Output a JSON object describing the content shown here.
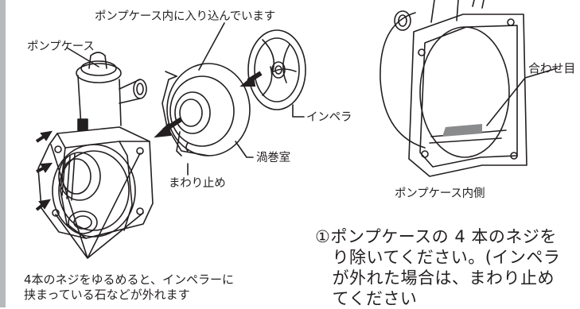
{
  "left_figure": {
    "label_pump_case_inner_fit": "ポンプケース内に入り込んでいます",
    "label_pump_case": "ポンプケース",
    "label_impeller": "インペラ",
    "label_volute_chamber": "渦巻室",
    "label_rotation_stopper": "まわり止め",
    "caption_lines": [
      "4本のネジをゆるめると、インペラーに",
      "挟まっている石などが外れます"
    ]
  },
  "right_figure": {
    "label_alignment_mark": "合わせ目",
    "caption": "ポンプケース内側"
  },
  "instruction": {
    "lines": [
      "①ポンプケースの 4 本のネジを",
      "　り除いてください。(インペラ",
      "　が外れた場合は、まわり止め",
      "　てください"
    ]
  }
}
